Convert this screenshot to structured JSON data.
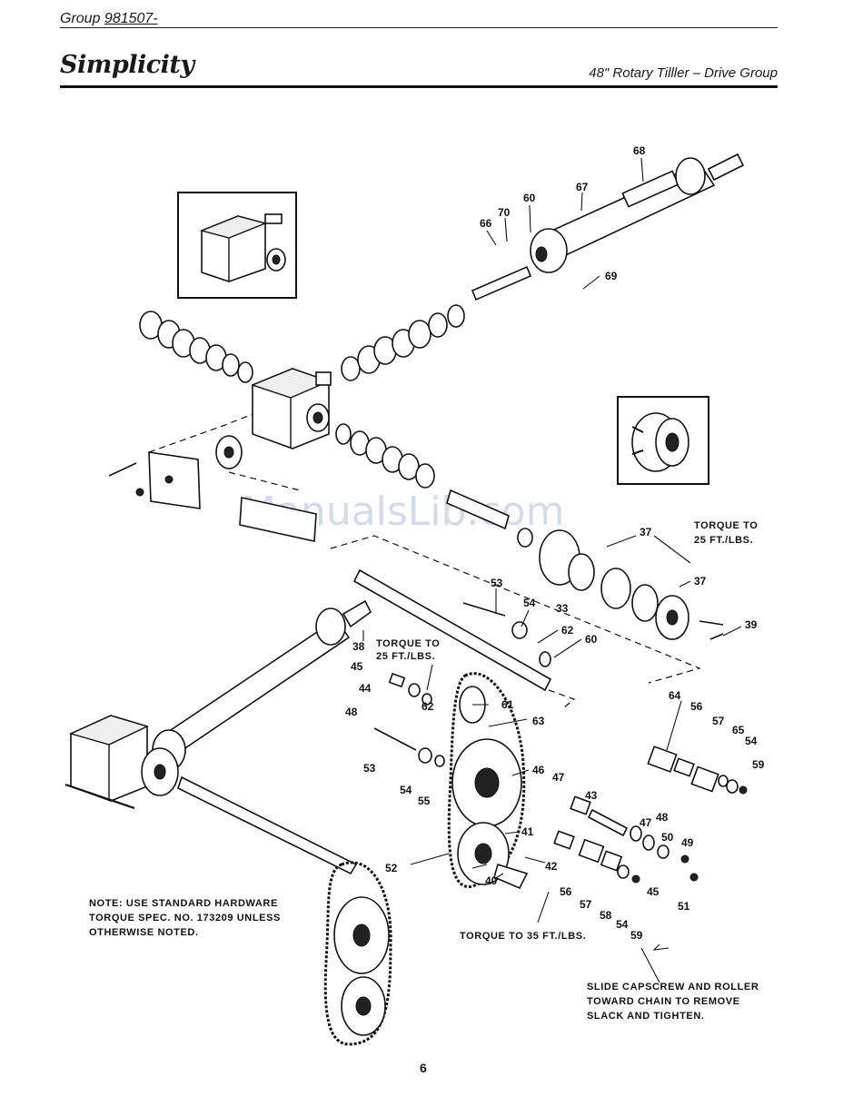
{
  "header": {
    "group_prefix": "Group",
    "group_number": "981507-",
    "brand": "Simplicity",
    "title": "48\" Rotary Tilller – Drive Group"
  },
  "watermark": "ManualsLib.com",
  "torque_notes": {
    "top_right_line1": "TORQUE TO",
    "top_right_line2": "25 FT./LBS.",
    "middle_line1": "TORQUE TO",
    "middle_line2": "25 FT./LBS.",
    "bottom": "TORQUE TO 35 FT./LBS."
  },
  "general_note": {
    "line1": "NOTE: USE STANDARD HARDWARE",
    "line2": "TORQUE SPEC. NO. 173209 UNLESS",
    "line3": "OTHERWISE NOTED."
  },
  "slide_note": {
    "line1": "SLIDE CAPSCREW AND ROLLER",
    "line2": "TOWARD CHAIN TO REMOVE",
    "line3": "SLACK AND TIGHTEN."
  },
  "callouts": [
    "68",
    "67",
    "60",
    "70",
    "66",
    "69",
    "37",
    "37",
    "39",
    "53",
    "54",
    "62",
    "60",
    "33",
    "38",
    "45",
    "44",
    "48",
    "62",
    "61",
    "63",
    "64",
    "56",
    "57",
    "65",
    "54",
    "59",
    "53",
    "54",
    "55",
    "46",
    "47",
    "43",
    "47",
    "48",
    "41",
    "50",
    "49",
    "52",
    "42",
    "40",
    "56",
    "57",
    "58",
    "54",
    "59",
    "45",
    "51"
  ],
  "page_number": "6"
}
